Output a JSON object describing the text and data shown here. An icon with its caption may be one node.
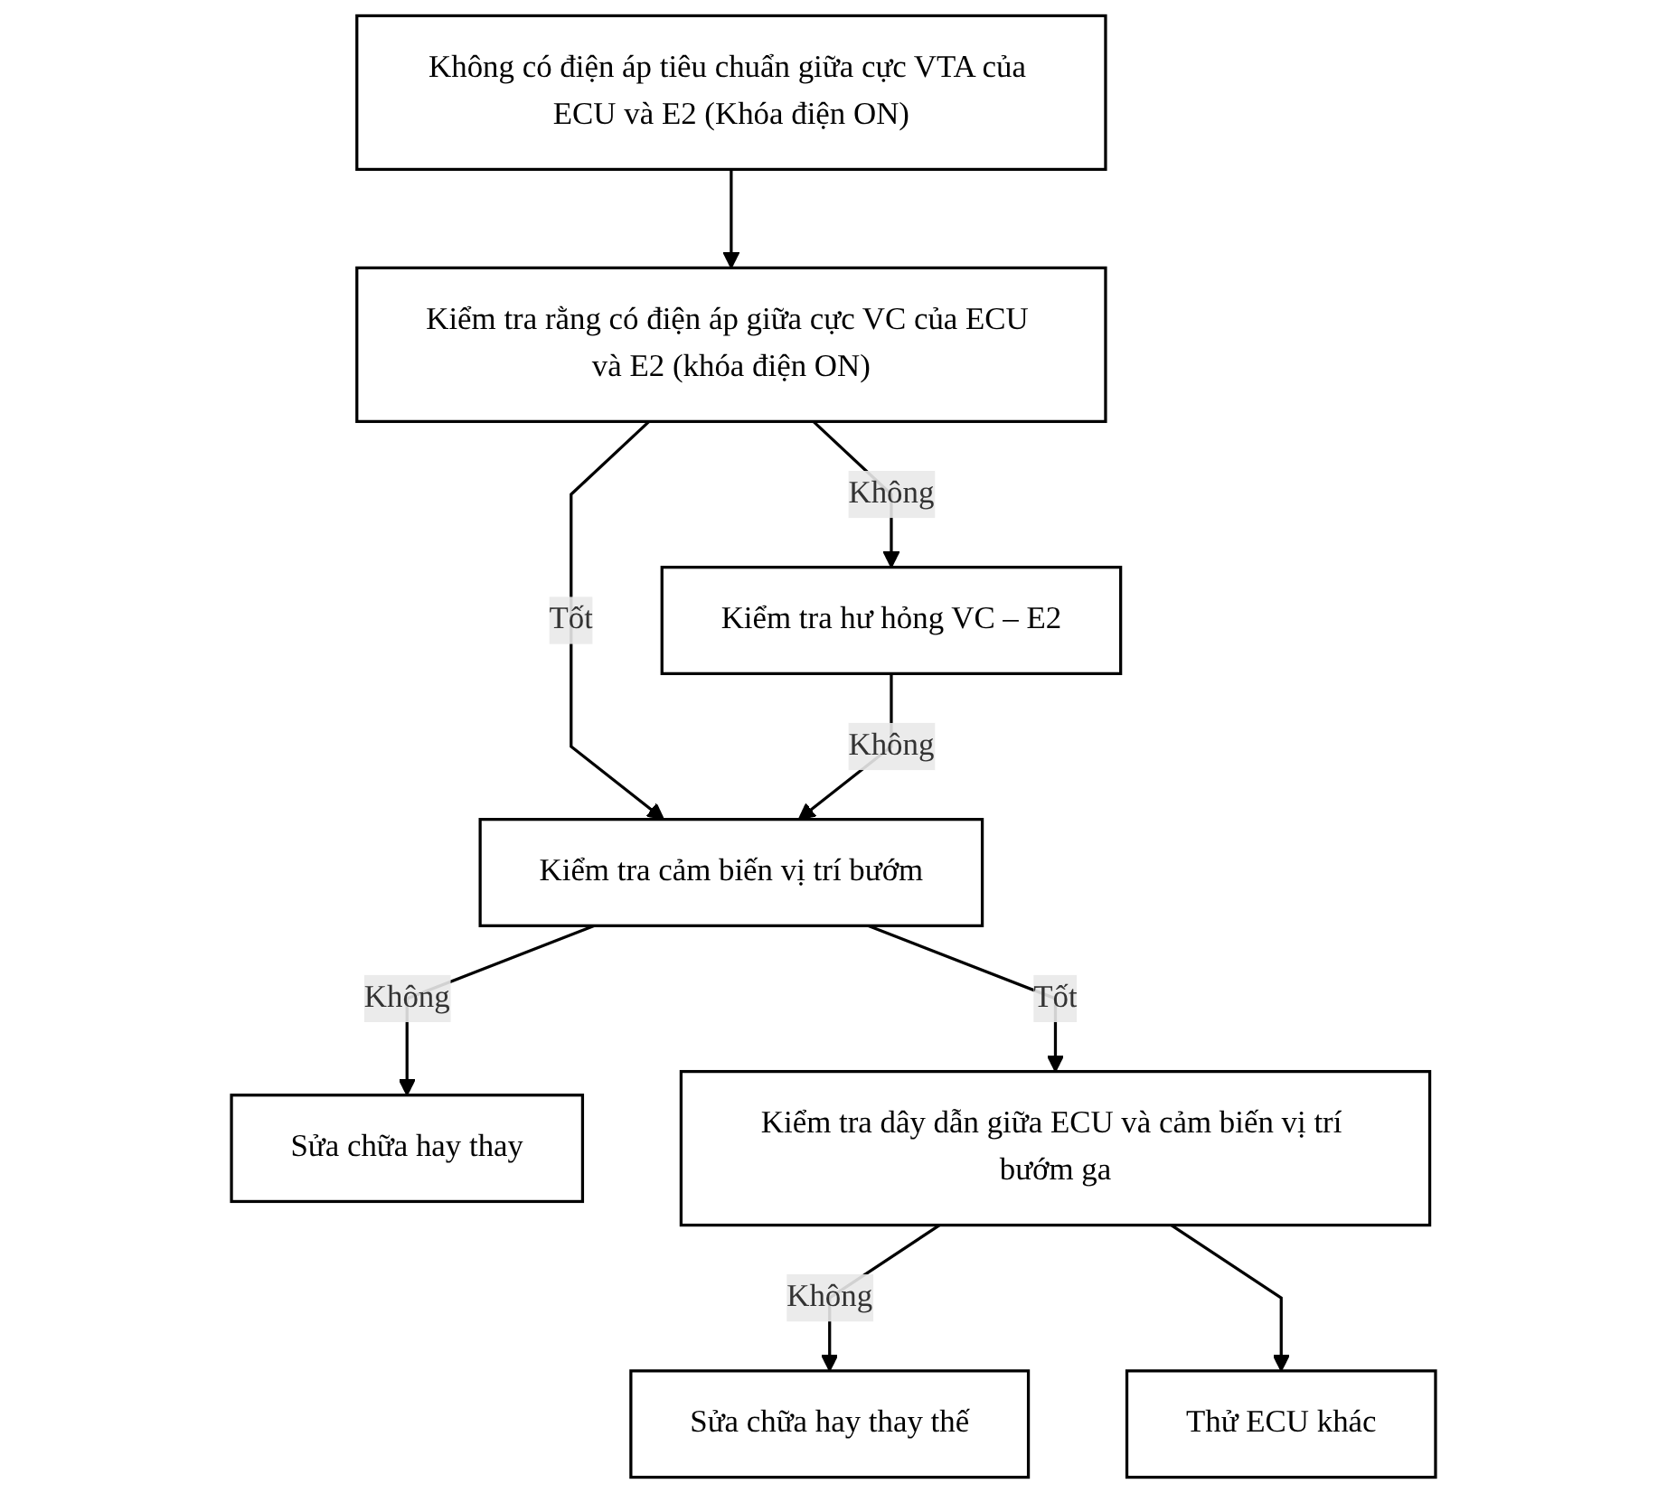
{
  "diagram": {
    "nodes": [
      {
        "text": [
          "Không có điện áp tiêu chuẩn giữa cực VTA của ECU và E2 (Khóa điện ON)"
        ]
      },
      {
        "text": [
          "Kiểm tra rằng có điện áp giữa cực VC của ECU và E2 (khóa điện ON)"
        ]
      },
      {
        "text": [
          "Kiểm tra hư hỏng VC – E2"
        ]
      },
      {
        "text": [
          "Kiểm tra cảm biến vị trí bướm"
        ]
      },
      {
        "text": [
          "Sửa chữa hay thay"
        ]
      },
      {
        "text": [
          "Kiểm tra dây dẫn giữa ECU và cảm biến vị trí bướm ga"
        ]
      },
      {
        "text": [
          "Sửa chữa hay thay thế"
        ]
      },
      {
        "text": [
          "Thử ECU khác"
        ]
      }
    ],
    "edges": [
      {
        "from": 0,
        "to": 1,
        "arrow": "to"
      },
      {
        "from": 1,
        "to": 2,
        "arrow": "to",
        "label": "Không"
      },
      {
        "from": 1,
        "to": 3,
        "arrow": "to",
        "label": "Tốt"
      },
      {
        "from": 2,
        "to": 3,
        "arrow": "to",
        "label": "Không"
      },
      {
        "from": 3,
        "to": 4,
        "arrow": "to",
        "label": "Không"
      },
      {
        "from": 3,
        "to": 5,
        "arrow": "to",
        "label": "Tốt"
      },
      {
        "from": 5,
        "to": 6,
        "arrow": "to",
        "label": "Không"
      },
      {
        "from": 5,
        "to": 7,
        "arrow": "to"
      }
    ]
  }
}
